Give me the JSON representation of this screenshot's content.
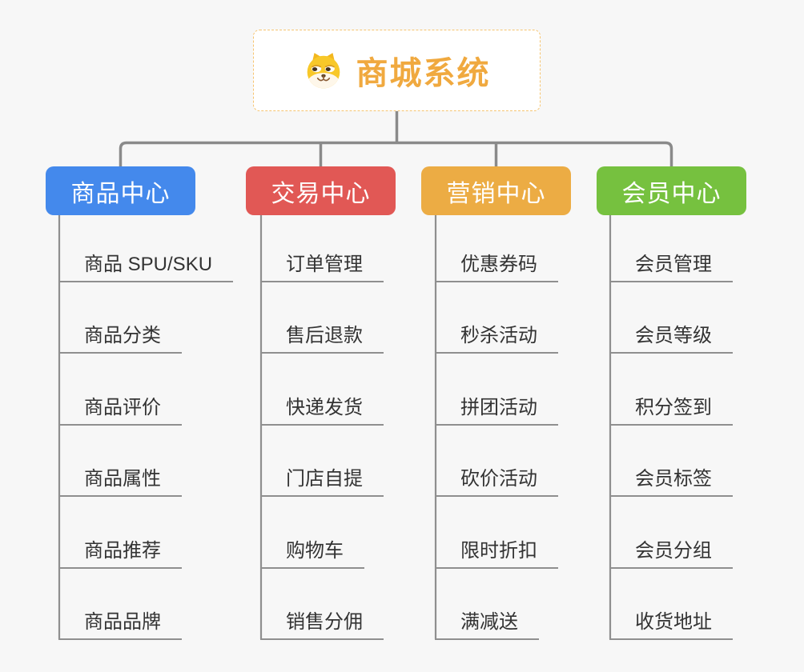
{
  "background": "#F7F7F7",
  "connector_color": "#8A8A8A",
  "trunk_color": "#8F8F8F",
  "root": {
    "title": "商城系统",
    "accent": "#F0A93F",
    "border_color": "#F6C470",
    "icon": "shiba-dog-icon"
  },
  "branches": [
    {
      "label": "商品中心",
      "color": "#4489EC",
      "items": [
        "商品 SPU/SKU",
        "商品分类",
        "商品评价",
        "商品属性",
        "商品推荐",
        "商品品牌"
      ]
    },
    {
      "label": "交易中心",
      "color": "#E15855",
      "items": [
        "订单管理",
        "售后退款",
        "快递发货",
        "门店自提",
        "购物车",
        "销售分佣"
      ]
    },
    {
      "label": "营销中心",
      "color": "#ECAC44",
      "items": [
        "优惠券码",
        "秒杀活动",
        "拼团活动",
        "砍价活动",
        "限时折扣",
        "满减送"
      ]
    },
    {
      "label": "会员中心",
      "color": "#76C13F",
      "items": [
        "会员管理",
        "会员等级",
        "积分签到",
        "会员标签",
        "会员分组",
        "收货地址"
      ]
    }
  ]
}
